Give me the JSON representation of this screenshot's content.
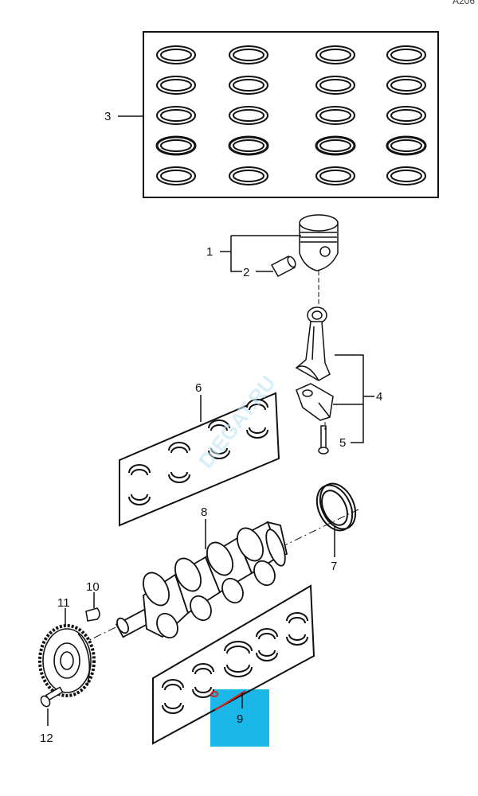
{
  "header": {
    "corner_code": "A206"
  },
  "watermark": {
    "text": "DIEGAT.RU"
  },
  "callouts": {
    "c1": "1",
    "c2": "2",
    "c3": "3",
    "c4": "4",
    "c5": "5",
    "c6": "6",
    "c7": "7",
    "c8": "8",
    "c9": "9",
    "c10": "10",
    "c11": "11",
    "c12": "12"
  },
  "colors": {
    "highlight": "#1ab8e8",
    "highlight_line": "#e0201a",
    "lines": "#111111"
  }
}
